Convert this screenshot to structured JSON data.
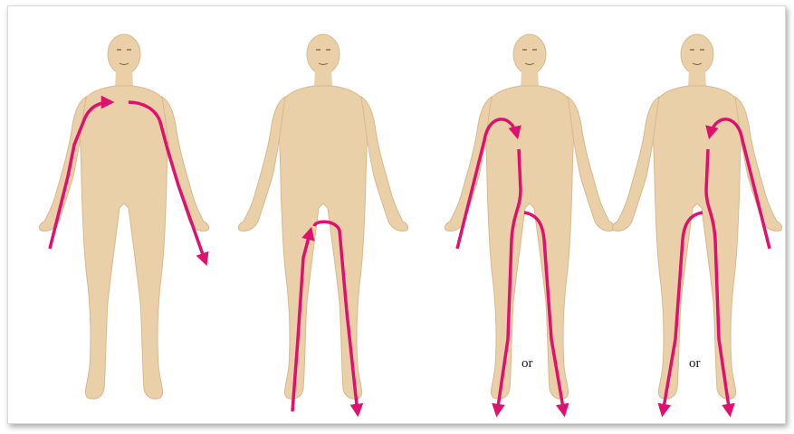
{
  "colors": {
    "skin": "#ead0a8",
    "skin_stroke": "#d8b88c",
    "arrow": "#e0106e",
    "face": "#7a5a40"
  },
  "figures": [
    {
      "id": "fig-1",
      "path": "right-arm-to-left-arm",
      "caption": ""
    },
    {
      "id": "fig-2",
      "path": "leg-to-leg",
      "caption": ""
    },
    {
      "id": "fig-3",
      "path": "arm-to-legs",
      "caption": "or"
    },
    {
      "id": "fig-4",
      "path": "arm-to-legs",
      "caption": "or"
    }
  ]
}
